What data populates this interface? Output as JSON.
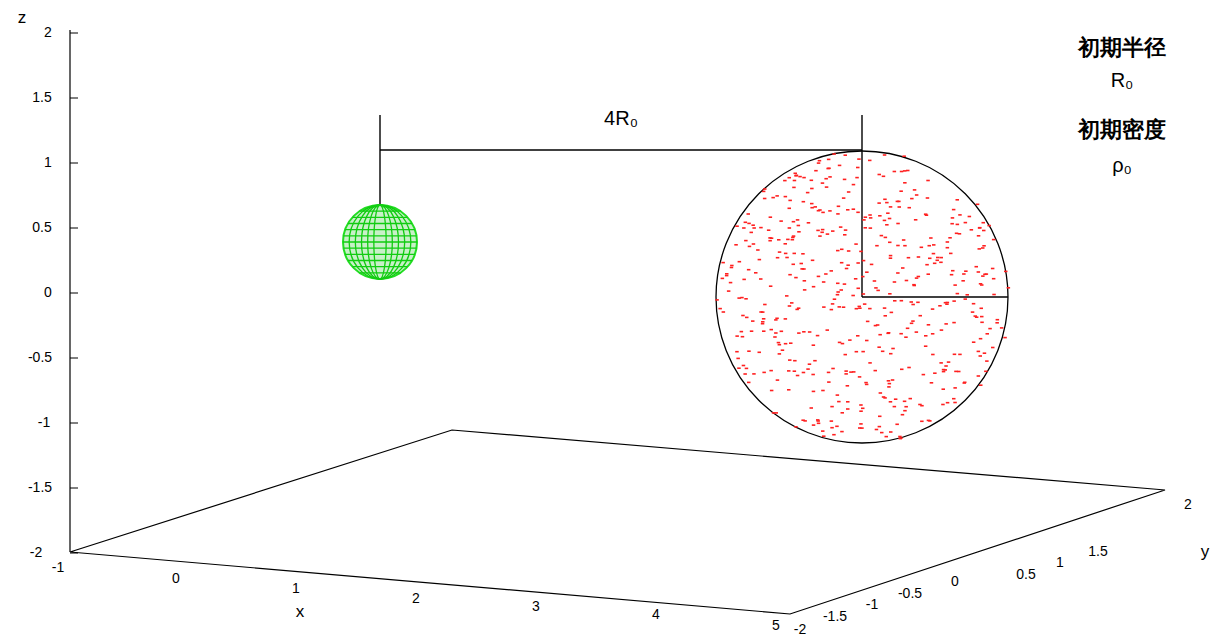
{
  "diagram": {
    "labels": [
      "z",
      "2",
      "1.5",
      "1",
      "0.5",
      "0",
      "-0.5",
      "-1",
      "-1.5",
      "-2",
      "-1",
      "0",
      "1",
      "2",
      "3",
      "4",
      "5",
      "x",
      "-2",
      "-1.5",
      "-1",
      "-0.5",
      "0",
      "0.5",
      "1",
      "1.5",
      "2",
      "y",
      "4R₀",
      "初期半径",
      "R₀",
      "初期密度",
      "ρ₀"
    ]
  }
}
